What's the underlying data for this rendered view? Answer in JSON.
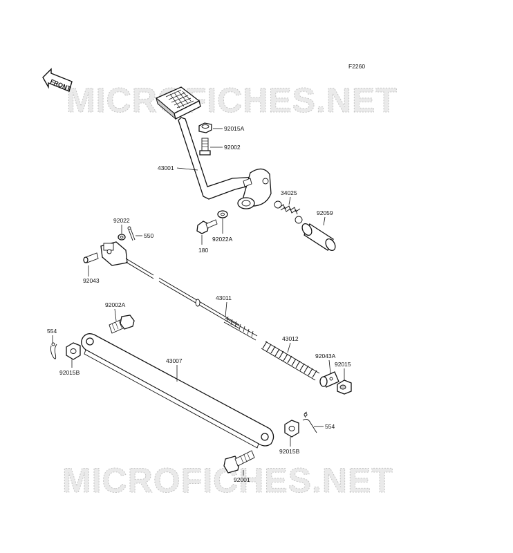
{
  "figure_code": "F2260",
  "front_label": "FRONT",
  "watermark_top": "MICROFICHES.NET",
  "watermark_bottom": "MICROFICHES.NET",
  "labels": {
    "p43001": "43001",
    "p92015A": "92015A",
    "p92002": "92002",
    "p34025": "34025",
    "p92059": "92059",
    "p92022": "92022",
    "p550": "550",
    "p180": "180",
    "p92022A": "92022A",
    "p92043": "92043",
    "p43011": "43011",
    "p92002A": "92002A",
    "p554a": "554",
    "p43012": "43012",
    "p92015B_a": "92015B",
    "p43007": "43007",
    "p92043A": "92043A",
    "p92015": "92015",
    "p554b": "554",
    "p92015B_b": "92015B",
    "p92001": "92001"
  },
  "colors": {
    "ink": "#111111",
    "watermark": "#d9d9d9",
    "background": "#ffffff"
  }
}
